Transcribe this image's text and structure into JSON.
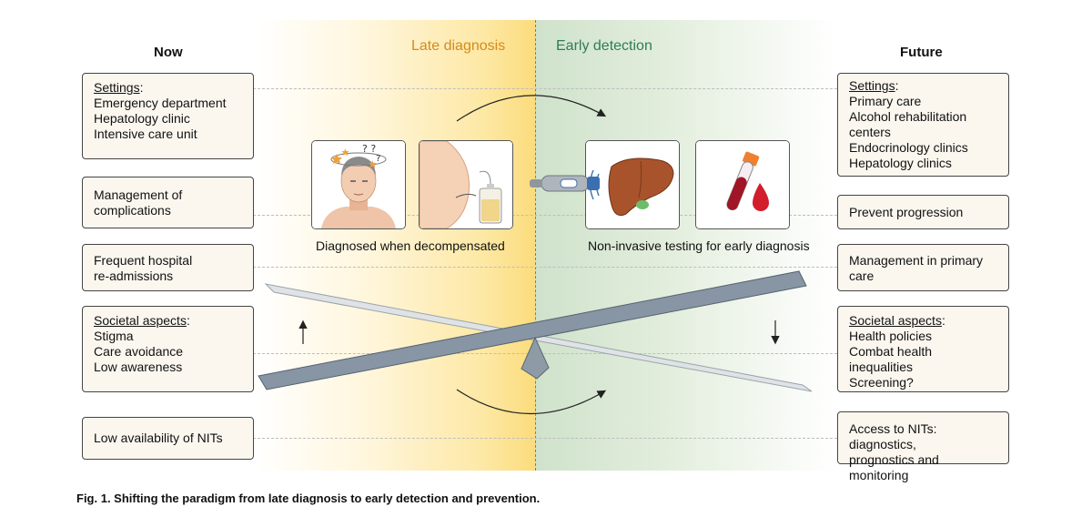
{
  "columns": {
    "now": "Now",
    "future": "Future"
  },
  "phases": {
    "late": "Late diagnosis",
    "early": "Early detection"
  },
  "colors": {
    "late_label": "#d68a1a",
    "early_label": "#2e7d58",
    "box_fill": "#fbf7ef",
    "beam": "#8795a4"
  },
  "now_boxes": [
    {
      "header": "Settings",
      "lines": [
        "Emergency department",
        "Hepatology clinic",
        "Intensive care unit"
      ]
    },
    {
      "lines": [
        "Management of",
        "complications"
      ]
    },
    {
      "lines": [
        "Frequent hospital",
        "re-admissions"
      ]
    },
    {
      "header": "Societal aspects",
      "lines": [
        "Stigma",
        "Care avoidance",
        "Low awareness"
      ]
    },
    {
      "lines": [
        "Low availability of NITs"
      ]
    }
  ],
  "future_boxes": [
    {
      "header": "Settings",
      "lines": [
        "Primary care",
        "Alcohol rehabilitation",
        "centers",
        "Endocrinology clinics",
        "Hepatology clinics"
      ]
    },
    {
      "lines": [
        "Prevent progression"
      ]
    },
    {
      "lines": [
        "Management in primary",
        "care"
      ]
    },
    {
      "header": "Societal aspects",
      "lines": [
        "Health policies",
        "Combat health inequalities",
        "Screening?"
      ]
    },
    {
      "lines": [
        "Access to NITs: diagnostics,",
        "prognostics and monitoring"
      ]
    }
  ],
  "captions": {
    "late": "Diagnosed when decompensated",
    "early": "Non-invasive testing for early diagnosis"
  },
  "icons": [
    "patient-face-icon",
    "ascites-drainage-icon",
    "elastography-probe-icon",
    "liver-icon",
    "blood-tube-icon"
  ],
  "figure_caption": "Fig. 1. Shifting the paradigm from late diagnosis to early detection and prevention."
}
